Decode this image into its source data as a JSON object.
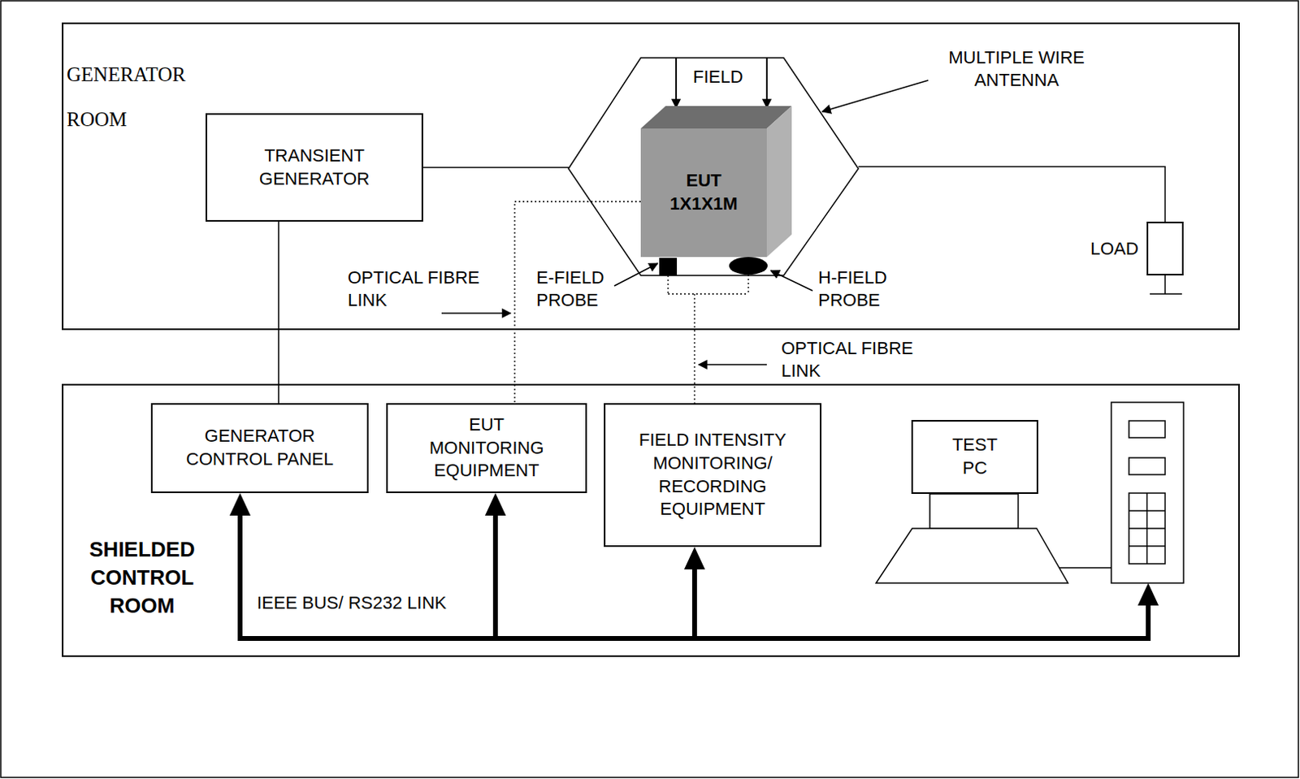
{
  "diagram": {
    "nodes": [
      {
        "text": [
          "GENERATOR ROOM"
        ]
      },
      {
        "text": [
          "TRANSIENT GENERATOR"
        ],
        "in": 0
      },
      {
        "text": [
          "FIELD"
        ],
        "in": 0
      },
      {
        "text": [
          "EUT 1X1X1M"
        ],
        "in": 2
      },
      {
        "text": [
          "LOAD"
        ],
        "in": 0
      },
      {
        "text": [
          "SHIELDED CONTROL ROOM"
        ]
      },
      {
        "text": [
          "GENERATOR CONTROL PANEL"
        ],
        "in": 5
      },
      {
        "text": [
          "EUT MONITORING EQUIPMENT"
        ],
        "in": 5
      },
      {
        "text": [
          "FIELD INTENSITY MONITORING/ RECORDING EQUIPMENT"
        ],
        "in": 5
      },
      {
        "text": [
          "TEST PC"
        ],
        "in": 5
      }
    ],
    "edges": [
      {
        "from": 1,
        "to": 6,
        "arrow": "none"
      },
      {
        "from": 1,
        "to": 2,
        "arrow": "none"
      },
      {
        "from": 2,
        "to": 4,
        "arrow": "none"
      },
      {
        "from": 3,
        "to": 7,
        "arrow": "none"
      }
    ],
    "labels": [
      "MULTIPLE WIRE ANTENNA",
      "OPTICAL FIBRE LINK",
      "E-FIELD PROBE",
      "H-FIELD PROBE",
      "OPTICAL FIBRE LINK",
      "IEEE BUS/ RS232 LINK"
    ]
  }
}
